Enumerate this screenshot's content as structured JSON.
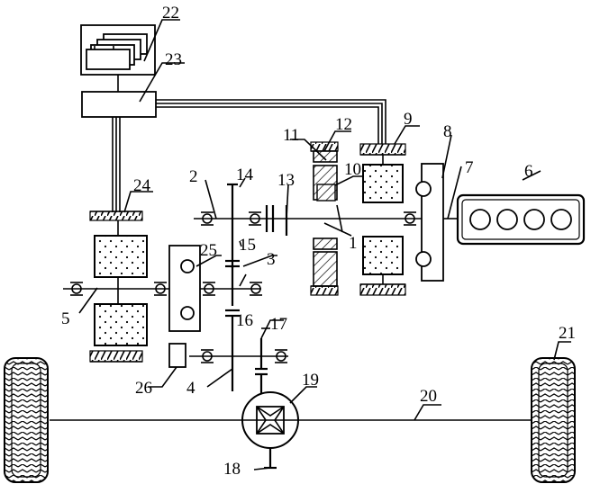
{
  "diagram": {
    "labels": {
      "l1": "1",
      "l2": "2",
      "l3": "3",
      "l4": "4",
      "l5": "5",
      "l6": "6",
      "l7": "7",
      "l8": "8",
      "l9": "9",
      "l10": "10",
      "l11": "11",
      "l12": "12",
      "l13": "13",
      "l14": "14",
      "l15": "15",
      "l16": "16",
      "l17": "17",
      "l18": "18",
      "l19": "19",
      "l20": "20",
      "l21": "21",
      "l22": "22",
      "l23": "23",
      "l24": "24",
      "l25": "25",
      "l26": "26"
    }
  }
}
